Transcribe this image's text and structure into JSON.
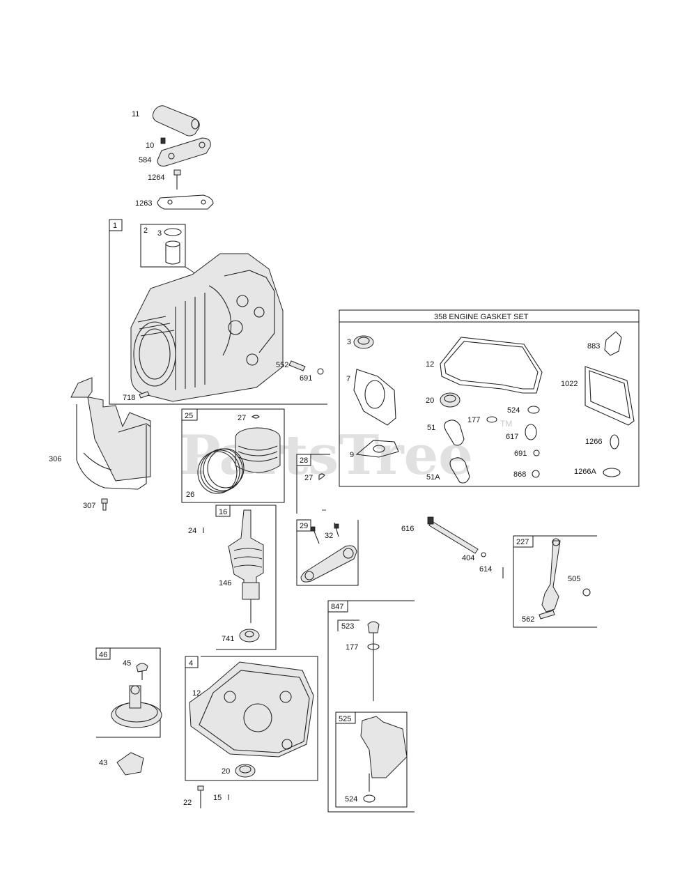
{
  "watermark": {
    "brand": "PartsTree",
    "trademark": "TM"
  },
  "gasket_set_title": "358 ENGINE GASKET SET",
  "group_tags": {
    "g1": "1",
    "g2": "2",
    "g25": "25",
    "g16": "16",
    "g28": "28",
    "g29": "29",
    "g46": "46",
    "g4": "4",
    "g847": "847",
    "g523": "523",
    "g525": "525",
    "g227": "227"
  },
  "callouts": {
    "c11": "11",
    "c10": "10",
    "c584": "584",
    "c1264": "1264",
    "c1263": "1263",
    "c3a": "3",
    "c552": "552",
    "c691a": "691",
    "c718": "718",
    "c306": "306",
    "c307": "307",
    "c27a": "27",
    "c26": "26",
    "c24": "24",
    "c146": "146",
    "c741": "741",
    "c27b": "27",
    "c32": "32",
    "c616": "616",
    "c404": "404",
    "c614": "614",
    "c505": "505",
    "c562": "562",
    "c177a": "177",
    "c524a": "524",
    "c45": "45",
    "c43": "43",
    "c12a": "12",
    "c20a": "20",
    "c22": "22",
    "c15": "15",
    "g3": "3",
    "g12": "12",
    "g883": "883",
    "g7": "7",
    "g1022": "1022",
    "g20": "20",
    "g524": "524",
    "g51": "51",
    "g177": "177",
    "g617": "617",
    "g1266": "1266",
    "g9": "9",
    "g691": "691",
    "g51a": "51A",
    "g868": "868",
    "g1266a": "1266A"
  }
}
